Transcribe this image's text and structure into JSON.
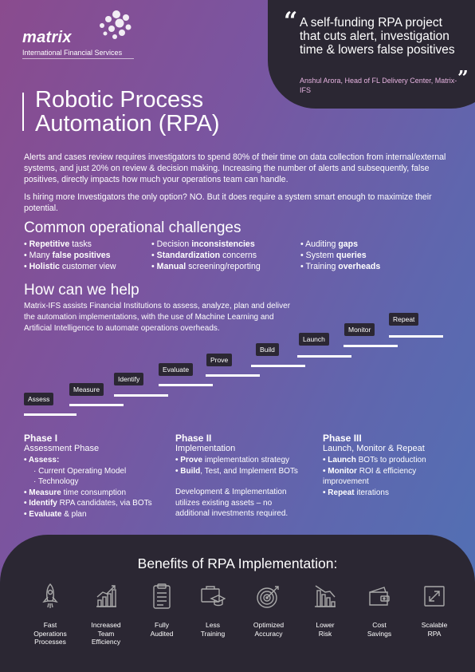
{
  "logo": {
    "word": "matrix",
    "sub": "International Financial Services"
  },
  "quote": {
    "open": "“",
    "text": "A self-funding RPA project that cuts alert, investigation time & lowers false positives",
    "close": "”",
    "author": "Anshul Arora, Head of FL Delivery Center, Matrix-IFS"
  },
  "title": {
    "line1": "Robotic Process",
    "line2": "Automation (RPA)"
  },
  "intro": {
    "p1": "Alerts and cases review requires investigators to spend 80% of their time on data collection from internal/external systems, and just 20% on review & decision making. Increasing the number of alerts and subsequently, false positives, directly impacts how much your operations team can handle.",
    "p2": "Is hiring more Investigators the only option? NO. But it does require a system smart enough to maximize their potential."
  },
  "challenges": {
    "heading": "Common operational challenges",
    "col1": [
      {
        "bold": "Repetitive",
        "rest": " tasks",
        "pre": ""
      },
      {
        "pre": "Many ",
        "bold": "false positives",
        "rest": ""
      },
      {
        "bold": "Holistic",
        "rest": " customer view",
        "pre": ""
      }
    ],
    "col2": [
      {
        "pre": "Decision ",
        "bold": "inconsistencies",
        "rest": ""
      },
      {
        "bold": "Standardization",
        "rest": " concerns",
        "pre": ""
      },
      {
        "bold": "Manual",
        "rest": " screening/reporting",
        "pre": ""
      }
    ],
    "col3": [
      {
        "pre": "Auditing ",
        "bold": "gaps",
        "rest": ""
      },
      {
        "pre": "System ",
        "bold": "queries",
        "rest": ""
      },
      {
        "pre": "Training ",
        "bold": "overheads",
        "rest": ""
      }
    ]
  },
  "help": {
    "heading": "How can we help",
    "text": "Matrix-IFS assists Financial Institutions to assess, analyze, plan and deliver the automation implementations, with the use of Machine Learning and Artificial Intelligence to automate operations overheads."
  },
  "steps": [
    "Assess",
    "Measure",
    "Identify",
    "Evaluate",
    "Prove",
    "Build",
    "Launch",
    "Monitor",
    "Repeat"
  ],
  "phases": {
    "p1": {
      "title": "Phase I",
      "sub": "Assessment Phase",
      "items": [
        {
          "t": "b",
          "bold": "Assess:",
          "rest": ""
        },
        {
          "t": "s",
          "bold": "",
          "rest": "Current Operating Model"
        },
        {
          "t": "s",
          "bold": "",
          "rest": "Technology"
        },
        {
          "t": "b",
          "bold": "Measure",
          "rest": " time consumption"
        },
        {
          "t": "b",
          "bold": "Identify",
          "rest": " RPA candidates, via BOTs"
        },
        {
          "t": "b",
          "bold": "Evaluate",
          "rest": " & plan"
        }
      ]
    },
    "p2": {
      "title": "Phase II",
      "sub": "Implementation",
      "items": [
        {
          "t": "b",
          "bold": "Prove",
          "rest": " implementation strategy"
        },
        {
          "t": "b",
          "bold": "Build",
          "rest": ", Test, and Implement BOTs"
        }
      ],
      "note": "Development & Implementation utilizes existing assets – no additional investments required."
    },
    "p3": {
      "title": "Phase III",
      "sub": "Launch, Monitor & Repeat",
      "items": [
        {
          "t": "b",
          "bold": "Launch",
          "rest": " BOTs to production"
        },
        {
          "t": "b",
          "bold": "Monitor",
          "rest": " ROI & efficiency improvement"
        },
        {
          "t": "b",
          "bold": "Repeat",
          "rest": " iterations"
        }
      ]
    }
  },
  "benefits": {
    "heading": "Benefits of RPA Implementation:",
    "items": [
      {
        "icon": "rocket-icon",
        "label1": "Fast",
        "label2": "Operations",
        "label3": "Processes"
      },
      {
        "icon": "bar-chart-icon",
        "label1": "Increased",
        "label2": "Team",
        "label3": "Efficiency"
      },
      {
        "icon": "clipboard-icon",
        "label1": "Fully",
        "label2": "Audited",
        "label3": ""
      },
      {
        "icon": "graduation-cap-icon",
        "label1": "Less",
        "label2": "Training",
        "label3": ""
      },
      {
        "icon": "target-icon",
        "label1": "Optimized",
        "label2": "Accuracy",
        "label3": ""
      },
      {
        "icon": "declining-chart-icon",
        "label1": "Lower",
        "label2": "Risk",
        "label3": ""
      },
      {
        "icon": "wallet-icon",
        "label1": "Cost",
        "label2": "Savings",
        "label3": ""
      },
      {
        "icon": "expand-icon",
        "label1": "Scalable",
        "label2": "RPA",
        "label3": ""
      }
    ]
  },
  "colors": {
    "dark": "#2b2733",
    "accent_pink": "#e6b3e0",
    "grad_start": "#8a4b8e",
    "grad_end": "#4f72b5"
  }
}
